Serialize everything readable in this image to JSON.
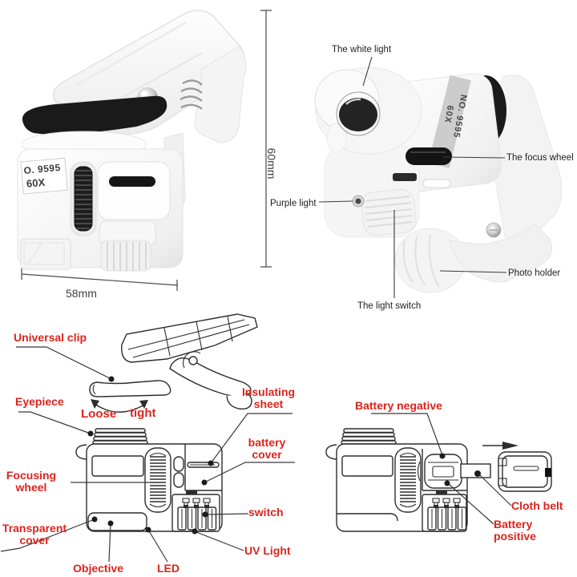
{
  "colors": {
    "label_red": "#dc241c",
    "label_black": "#1e1e1e",
    "leader_line": "#3a3a3a",
    "diagram_line": "#2d2d2d"
  },
  "photo_left": {
    "sticker_line1": "O. 9595",
    "sticker_line2": "60X",
    "dim_height": "60mm",
    "dim_width": "58mm"
  },
  "photo_right": {
    "band_line1": "NO. 9595",
    "band_line2": "60X",
    "labels": {
      "white_light": "The white light",
      "focus_wheel": "The focus wheel",
      "purple_light": "Purple light",
      "photo_holder": "Photo holder",
      "light_switch": "The light switch"
    }
  },
  "diagram_left": {
    "labels": {
      "universal_clip": "Universal clip",
      "eyepiece": "Eyepiece",
      "loose": "Loose",
      "tight": "tight",
      "insulating_sheet": "Insulating\nsheet",
      "battery_cover": "battery\ncover",
      "focusing_wheel": "Focusing\nwheel",
      "transparent_cover": "Transparent\ncover",
      "objective": "Objective",
      "led": "LED",
      "switch": "switch",
      "uv_light": "UV Light"
    }
  },
  "diagram_right": {
    "labels": {
      "battery_negative": "Battery negative",
      "cloth_belt": "Cloth belt",
      "battery_positive": "Battery positive"
    }
  }
}
